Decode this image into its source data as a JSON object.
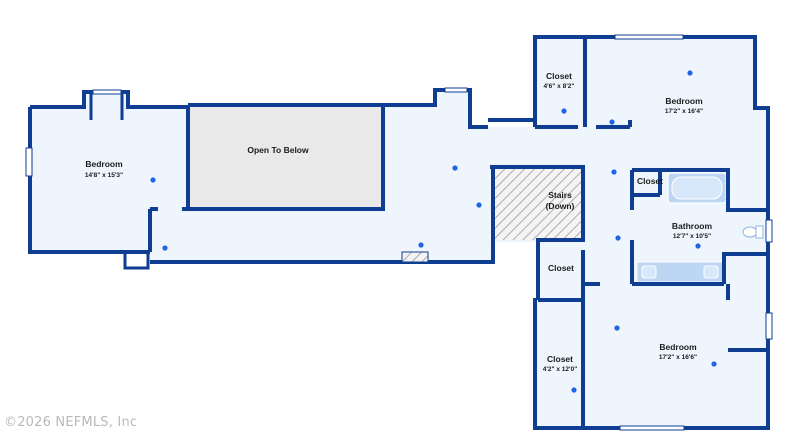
{
  "colors": {
    "wall": "#0f3d91",
    "floor": "#eef5fd",
    "open_below": "#e9e9e9",
    "window": "#ffffff",
    "marker": "#1e66e6",
    "stairs_hatch": "#9a9a9a",
    "fixture": "#bcd6f3"
  },
  "rooms": {
    "bedroom_left": {
      "name": "Bedroom",
      "dims": "14'8\" x 15'3\""
    },
    "open_to_below": {
      "name": "Open To Below"
    },
    "stairs": {
      "line1": "Stairs",
      "line2": "(Down)"
    },
    "closet_top": {
      "name": "Closet",
      "dims": "4'6\" x 8'2\""
    },
    "bedroom_top_right": {
      "name": "Bedroom",
      "dims": "17'2\" x 16'4\""
    },
    "closet_bath": {
      "name": "Closet"
    },
    "bathroom": {
      "name": "Bathroom",
      "dims": "12'7\" x 10'5\""
    },
    "closet_mid": {
      "name": "Closet"
    },
    "closet_bottom": {
      "name": "Closet",
      "dims": "4'2\" x 12'0\""
    },
    "bedroom_bottom_right": {
      "name": "Bedroom",
      "dims": "17'2\" x 16'6\""
    }
  },
  "copyright": "©2026 NEFMLS, Inc"
}
